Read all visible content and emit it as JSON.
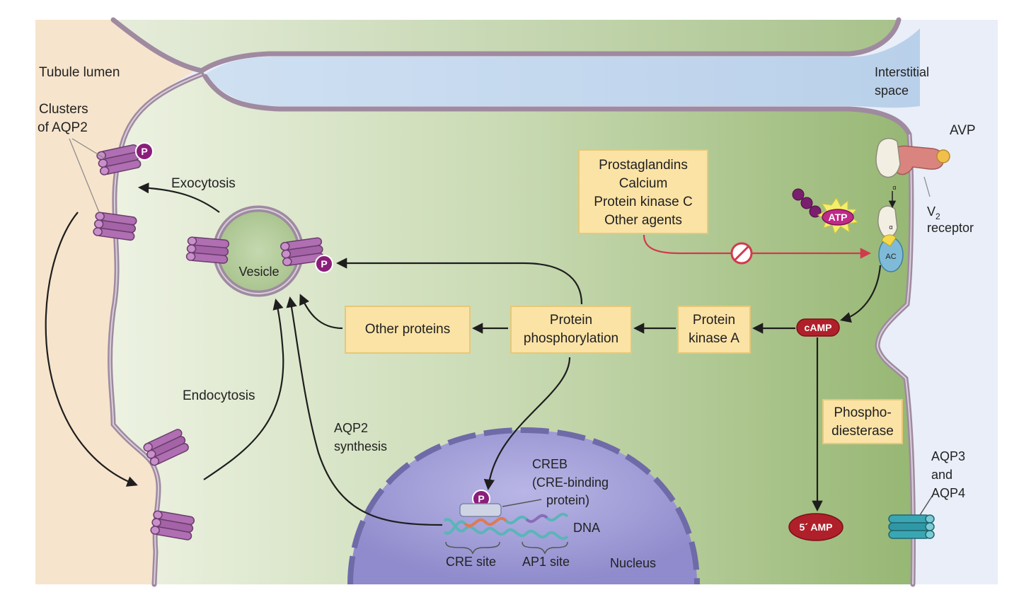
{
  "labels": {
    "tubule_lumen": "Tubule lumen",
    "clusters_line1": "Clusters",
    "clusters_line2": "of AQP2",
    "exocytosis": "Exocytosis",
    "vesicle": "Vesicle",
    "endocytosis": "Endocytosis",
    "aqp2_synth_line1": "AQP2",
    "aqp2_synth_line2": "synthesis",
    "interstitial_line1": "Interstitial",
    "interstitial_line2": "space",
    "avp": "AVP",
    "v2_receptor_line1": "V",
    "v2_receptor_sub": "2",
    "v2_receptor_line2": "receptor",
    "atp": "ATP",
    "ac": "AC",
    "alpha": "α",
    "camp": "cAMP",
    "amp5": "5´ AMP",
    "phospho": "P",
    "creb_line1": "CREB",
    "creb_line2": "(CRE-binding",
    "creb_line3": "protein)",
    "dna": "DNA",
    "cre_site": "CRE site",
    "ap1_site": "AP1 site",
    "nucleus": "Nucleus",
    "aqp34_line1": "AQP3",
    "aqp34_line2": "and",
    "aqp34_line3": "AQP4"
  },
  "boxes": {
    "inhibitors": [
      "Prostaglandins",
      "Calcium",
      "Protein kinase C",
      "Other agents"
    ],
    "other_proteins": "Other proteins",
    "protein_phosphorylation": [
      "Protein",
      "phosphorylation"
    ],
    "protein_kinase_a": [
      "Protein",
      "kinase A"
    ],
    "phosphodiesterase": [
      "Phospho-",
      "diesterase"
    ]
  },
  "colors": {
    "lumen": "#f6e4cc",
    "cytoplasm_light": "#e8efdb",
    "cytoplasm_dark": "#9dbb7e",
    "membrane": "#9f8aa0",
    "interstitial": "#e9eef8",
    "nucleus": "#9f9cd6",
    "aqp2": "#b06fb2",
    "aqp3": "#3aa6b4",
    "pill": "#b0202a",
    "phospho": "#8a1e7a",
    "box": "#fbe3a6",
    "inhibit_arrow": "#d23a4c"
  }
}
